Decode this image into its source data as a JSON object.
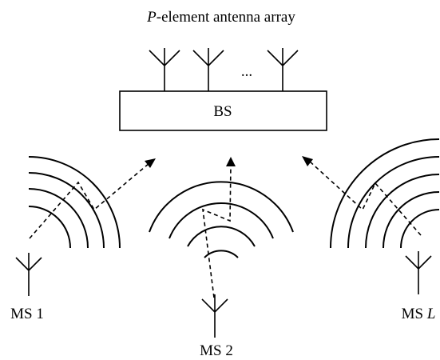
{
  "diagram": {
    "title_prefix": "P",
    "title_suffix": "-element antenna array",
    "base_station_label": "BS",
    "antenna_ellipsis": "...",
    "mobile_stations": [
      {
        "label_prefix": "MS ",
        "label_suffix": "1",
        "suffix_italic": false
      },
      {
        "label_prefix": "MS ",
        "label_suffix": "2",
        "suffix_italic": false
      },
      {
        "label_prefix": "MS ",
        "label_suffix": "L",
        "suffix_italic": true
      }
    ]
  }
}
